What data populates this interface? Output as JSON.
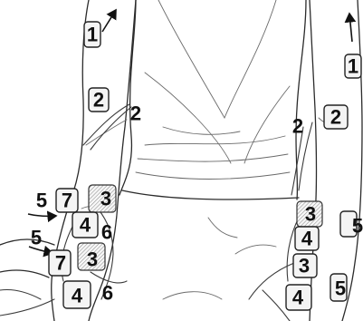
{
  "labels": [
    {
      "id": "left-upper-1",
      "text": "1"
    },
    {
      "id": "right-upper-1",
      "text": "1"
    },
    {
      "id": "left-mid-2a",
      "text": "2"
    },
    {
      "id": "left-mid-2b",
      "text": "2"
    },
    {
      "id": "right-mid-2a",
      "text": "2"
    },
    {
      "id": "right-mid-2b",
      "text": "2"
    },
    {
      "id": "left-fore-5a",
      "text": "5"
    },
    {
      "id": "left-fore-7a",
      "text": "7"
    },
    {
      "id": "left-fore-3a",
      "text": "3"
    },
    {
      "id": "left-fore-4a",
      "text": "4"
    },
    {
      "id": "left-fore-6a",
      "text": "6"
    },
    {
      "id": "left-fore-5b",
      "text": "5"
    },
    {
      "id": "left-fore-7b",
      "text": "7"
    },
    {
      "id": "left-fore-3b",
      "text": "3"
    },
    {
      "id": "left-fore-4b",
      "text": "4"
    },
    {
      "id": "left-fore-6b",
      "text": "6"
    },
    {
      "id": "right-fore-3a",
      "text": "3"
    },
    {
      "id": "right-fore-5a",
      "text": "5"
    },
    {
      "id": "right-fore-4a",
      "text": "4"
    },
    {
      "id": "right-fore-3b",
      "text": "3"
    },
    {
      "id": "right-fore-5b",
      "text": "5"
    },
    {
      "id": "right-fore-4b",
      "text": "4"
    }
  ],
  "colors": {
    "ink": "#111111",
    "paper": "#ffffff",
    "electrode": "#f4f4f4"
  }
}
